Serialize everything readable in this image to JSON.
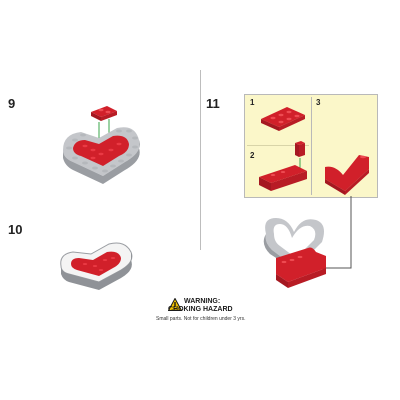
{
  "steps": {
    "step9": "9",
    "step10": "10",
    "step11": "11"
  },
  "callout": {
    "sub1": "1",
    "sub2": "2",
    "sub3": "3"
  },
  "warning": {
    "title": "WARNING:",
    "subtitle": "CHOKING HAZARD",
    "note": "Small parts. Not for children under 3 yrs."
  },
  "colors": {
    "brick_red": "#d1202a",
    "brick_gray": "#b9bcc0",
    "callout_bg": "#fbf7c9",
    "highlight_green": "#3aa54a"
  }
}
